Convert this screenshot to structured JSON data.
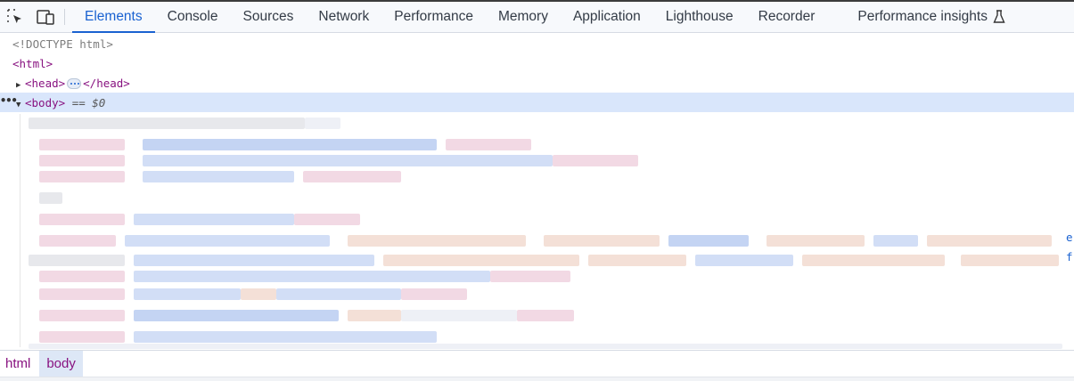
{
  "toolbar": {
    "inspect_icon": "select-element-icon",
    "device_icon": "device-toolbar-icon",
    "tabs": [
      {
        "label": "Elements",
        "active": true
      },
      {
        "label": "Console"
      },
      {
        "label": "Sources"
      },
      {
        "label": "Network"
      },
      {
        "label": "Performance"
      },
      {
        "label": "Memory"
      },
      {
        "label": "Application"
      },
      {
        "label": "Lighthouse"
      },
      {
        "label": "Recorder"
      },
      {
        "label": "Performance insights",
        "icon": "experimental-flask-icon"
      }
    ]
  },
  "tree": {
    "doctype": "<!DOCTYPE html>",
    "html_open": "<html>",
    "head_open": "<head>",
    "head_close": "</head>",
    "body_open": "<body>",
    "selected_marker": "== $0",
    "gutter_dots": "•••",
    "edge_chars": [
      "e",
      "f"
    ]
  },
  "breadcrumbs": [
    {
      "label": "html"
    },
    {
      "label": "body",
      "active": true
    }
  ],
  "colors": {
    "accent": "#1a62d1",
    "tag": "#881280",
    "selection": "#d9e6fb"
  }
}
